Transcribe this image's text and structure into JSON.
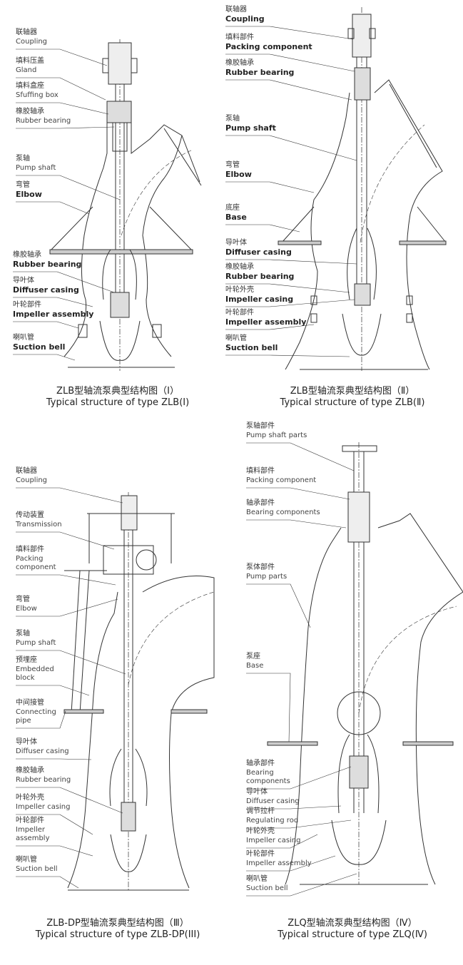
{
  "panels": [
    {
      "caption_cn": "ZLB型轴流泵典型结构图（Ⅰ）",
      "caption_en": "Typical structure of type ZLB(Ⅰ)",
      "labels": [
        {
          "cn": "联轴器",
          "en": "Coupling"
        },
        {
          "cn": "填料压盖",
          "en": "Gland"
        },
        {
          "cn": "填料盒座",
          "en": "Sfuffing box"
        },
        {
          "cn": "橡胶轴承",
          "en": "Rubber bearing"
        },
        {
          "cn": "泵轴",
          "en": "Pump shaft"
        },
        {
          "cn": "弯管",
          "en": "Elbow"
        },
        {
          "cn": "橡胶轴承",
          "en": "Rubber bearing"
        },
        {
          "cn": "导叶体",
          "en": "Diffuser casing"
        },
        {
          "cn": "叶轮部件",
          "en": "Impeller assembly"
        },
        {
          "cn": "喇叭管",
          "en": "Suction bell"
        }
      ]
    },
    {
      "caption_cn": "ZLB型轴流泵典型结构图（Ⅱ）",
      "caption_en": "Typical structure of type ZLB(Ⅱ)",
      "labels": [
        {
          "cn": "联轴器",
          "en": "Coupling"
        },
        {
          "cn": "填料部件",
          "en": "Packing component"
        },
        {
          "cn": "橡胶轴承",
          "en": "Rubber bearing"
        },
        {
          "cn": "泵轴",
          "en": "Pump shaft"
        },
        {
          "cn": "弯管",
          "en": "Elbow"
        },
        {
          "cn": "底座",
          "en": "Base"
        },
        {
          "cn": "导叶体",
          "en": "Diffuser casing"
        },
        {
          "cn": "橡胶轴承",
          "en": "Rubber bearing"
        },
        {
          "cn": "叶轮外壳",
          "en": "Impeller casing"
        },
        {
          "cn": "叶轮部件",
          "en": "Impeller assembly"
        },
        {
          "cn": "喇叭管",
          "en": "Suction bell"
        }
      ]
    },
    {
      "caption_cn": "ZLB-DP型轴流泵典型结构图（Ⅲ）",
      "caption_en": "Typical structure of type ZLB-DP(III)",
      "labels": [
        {
          "cn": "联轴器",
          "en": "Coupling"
        },
        {
          "cn": "传动装置",
          "en": "Transmission"
        },
        {
          "cn": "填料部件",
          "en": "Packing\ncomponent"
        },
        {
          "cn": "弯管",
          "en": "Elbow"
        },
        {
          "cn": "泵轴",
          "en": "Pump shaft"
        },
        {
          "cn": "预埋座",
          "en": "Embedded\nblock"
        },
        {
          "cn": "中间接管",
          "en": "Connecting\npipe"
        },
        {
          "cn": "导叶体",
          "en": "Diffuser casing"
        },
        {
          "cn": "橡胶轴承",
          "en": "Rubber bearing"
        },
        {
          "cn": "叶轮外壳",
          "en": "Impeller casing"
        },
        {
          "cn": "叶轮部件",
          "en": "Impeller\nassembly"
        },
        {
          "cn": "喇叭管",
          "en": "Suction bell"
        }
      ]
    },
    {
      "caption_cn": "ZLQ型轴流泵典型结构图（Ⅳ）",
      "caption_en": "Typical structure of type ZLQ(Ⅳ)",
      "labels": [
        {
          "cn": "泵轴部件",
          "en": "Pump shaft parts"
        },
        {
          "cn": "填料部件",
          "en": "Packing component"
        },
        {
          "cn": "轴承部件",
          "en": "Bearing components"
        },
        {
          "cn": "泵体部件",
          "en": "Pump parts"
        },
        {
          "cn": "泵座",
          "en": "Base"
        },
        {
          "cn": "轴承部件",
          "en": "Bearing\ncomponents"
        },
        {
          "cn": "导叶体",
          "en": "Diffuser casing"
        },
        {
          "cn": "调节拉杆",
          "en": "Regulating rod"
        },
        {
          "cn": "叶轮外壳",
          "en": "Impeller casing"
        },
        {
          "cn": "叶轮部件",
          "en": "Impeller assembly"
        },
        {
          "cn": "喇叭管",
          "en": "Suction bell"
        }
      ]
    }
  ]
}
